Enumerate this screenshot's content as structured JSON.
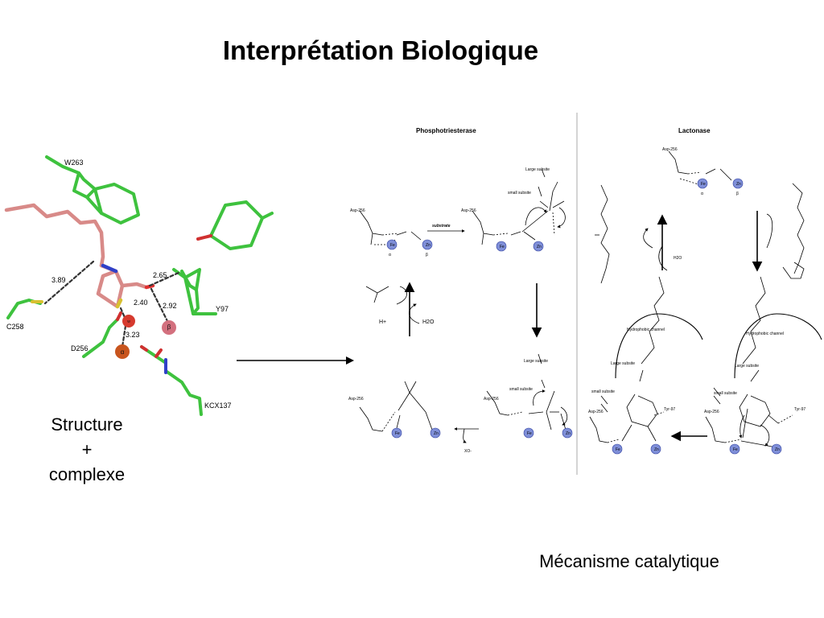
{
  "title": "Interprétation Biologique",
  "captions": {
    "left_line1": "Structure",
    "left_line2": "+",
    "left_line3": "complexe",
    "right": "Mécanisme catalytique"
  },
  "structure": {
    "residues": [
      "W263",
      "C258",
      "D256",
      "Y97",
      "KCX137"
    ],
    "distances": [
      "3.89",
      "2.65",
      "2.40",
      "2.92",
      "3.23"
    ],
    "spheres": [
      "w",
      "β",
      "α"
    ]
  },
  "mechanism": {
    "panel_titles": [
      "Phosphotriesterase",
      "Lactonase"
    ],
    "residue_labels": [
      "Asp-256",
      "Tyr-97"
    ],
    "metals": [
      "Fe",
      "Zn"
    ],
    "subsite_labels": [
      "Large subsite",
      "small subsite",
      "Hydrophobic channel"
    ],
    "arrow_labels": [
      "substrate",
      "H2O",
      "H+",
      "XO-"
    ],
    "greek": [
      "α",
      "β"
    ]
  },
  "colors": {
    "carbon_green": "#3ec23e",
    "ligand_pink": "#d88a88",
    "metal_blue": "#7f8fd8",
    "alpha_orange": "#c8551e",
    "water_red": "#d63a2e",
    "beta_pink": "#d3707e"
  }
}
